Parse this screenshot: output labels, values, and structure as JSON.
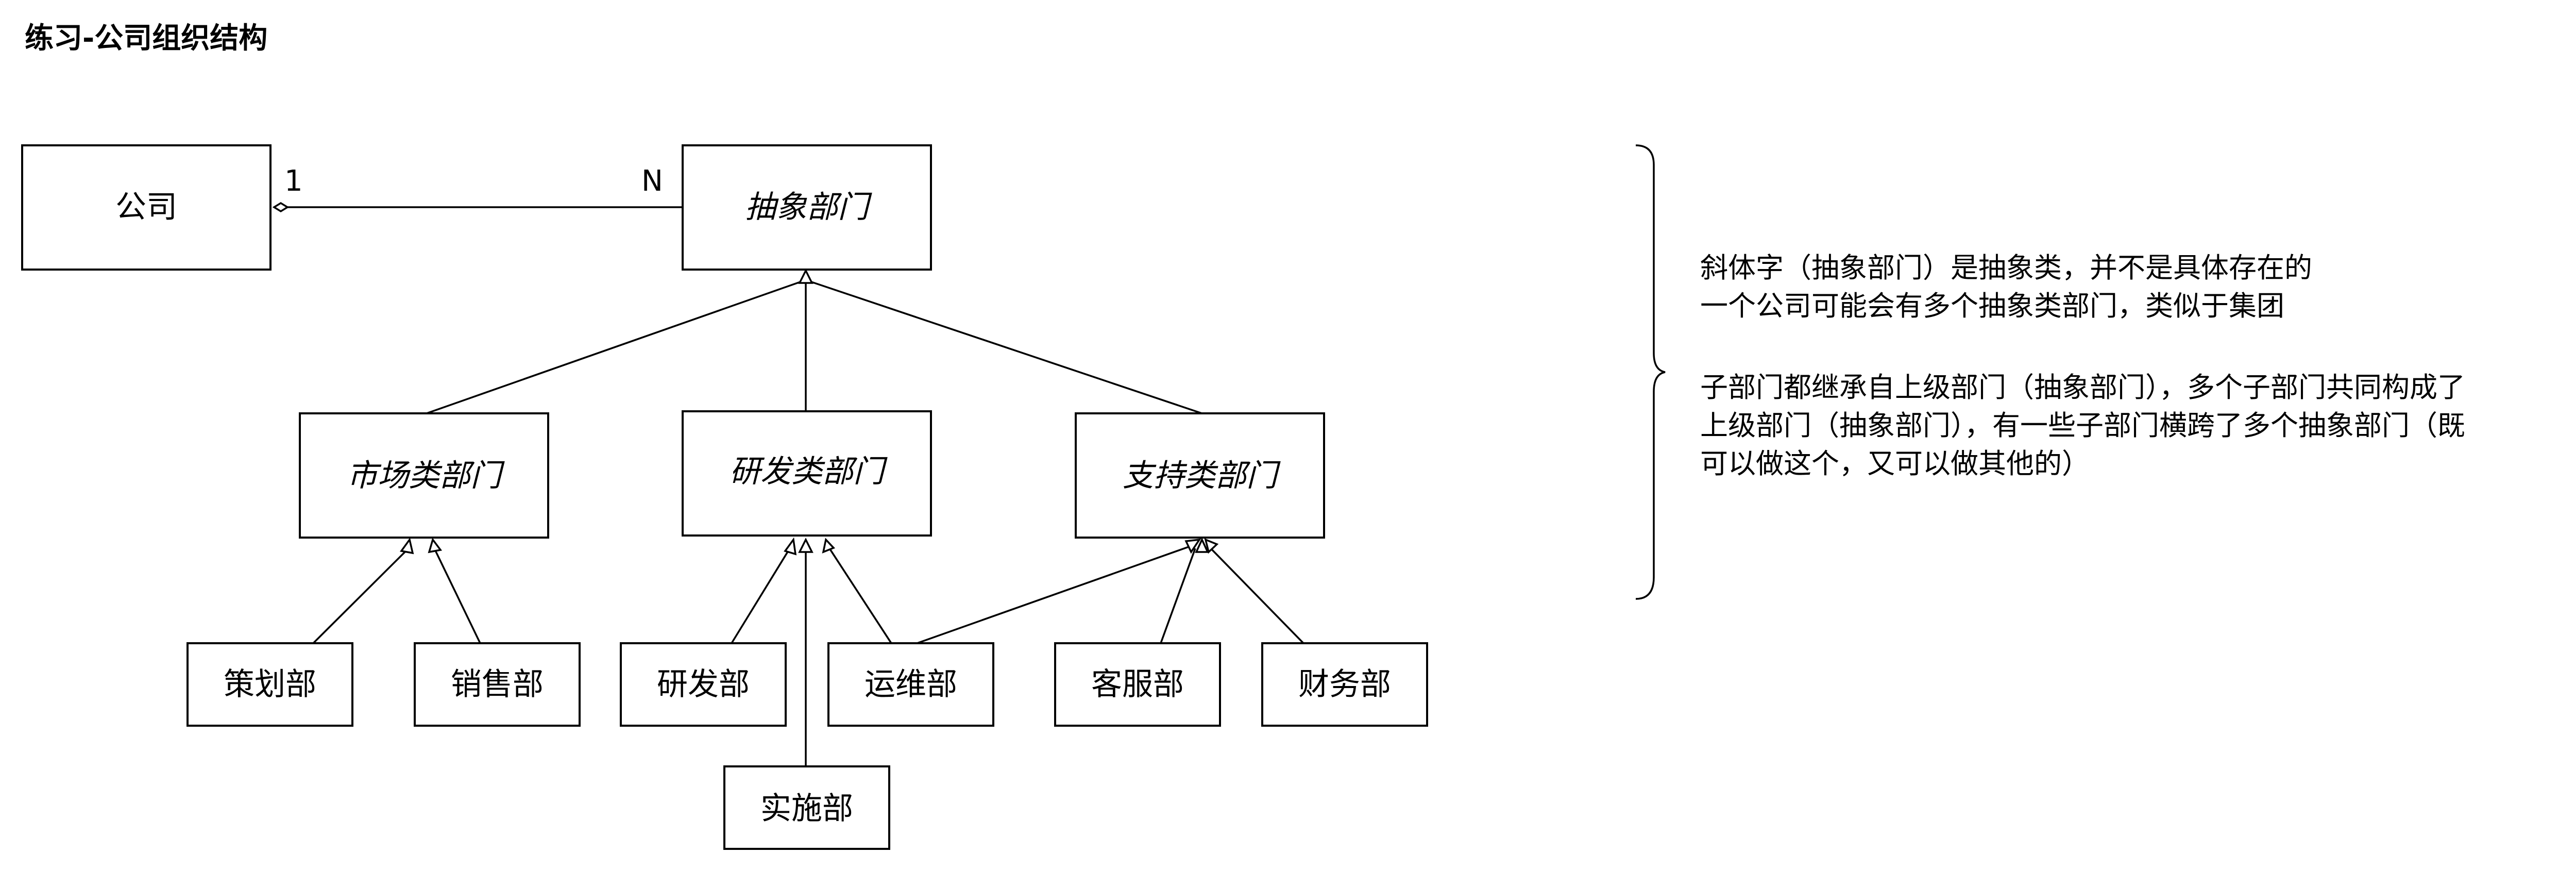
{
  "title": "练习-公司组织结构",
  "company": "公司",
  "multiplicity": {
    "one": "1",
    "many": "N"
  },
  "abstract_dept": "抽象部门",
  "categories": {
    "market": "市场类部门",
    "rnd": "研发类部门",
    "support": "支持类部门"
  },
  "departments": {
    "planning": "策划部",
    "sales": "销售部",
    "research": "研发部",
    "ops": "运维部",
    "customer_service": "客服部",
    "finance": "财务部",
    "implementation": "实施部"
  },
  "notes": {
    "line1": "斜体字（抽象部门）是抽象类，并不是具体存在的",
    "line2": "一个公司可能会有多个抽象类部门，类似于集团",
    "line3": "子部门都继承自上级部门（抽象部门），多个子部门共同构成了",
    "line4": "上级部门（抽象部门），有一些子部门横跨了多个抽象部门（既",
    "line5": "可以做这个，又可以做其他的）"
  }
}
